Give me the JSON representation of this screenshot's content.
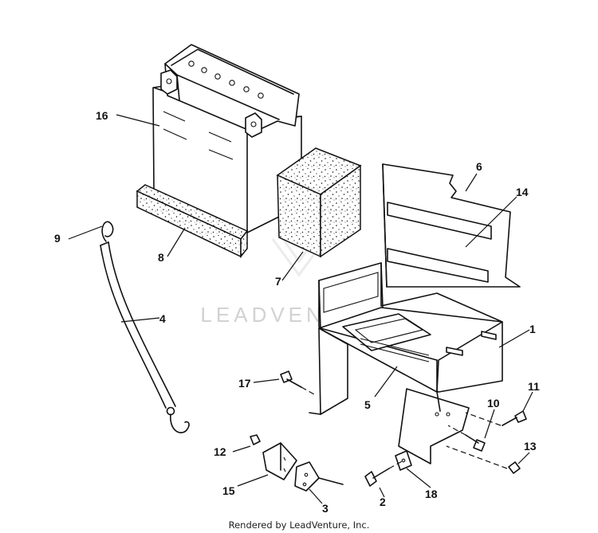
{
  "watermark": {
    "text": "LEADVENTURE"
  },
  "footer": {
    "credit": "Rendered by LeadVenture, Inc."
  },
  "callouts": {
    "c1": "1",
    "c2": "2",
    "c3": "3",
    "c4": "4",
    "c5": "5",
    "c6": "6",
    "c7": "7",
    "c8": "8",
    "c9": "9",
    "c10": "10",
    "c11": "11",
    "c12": "12",
    "c13": "13",
    "c14": "14",
    "c15": "15",
    "c16": "16",
    "c17": "17",
    "c18": "18"
  }
}
